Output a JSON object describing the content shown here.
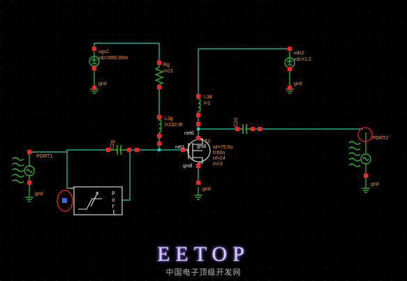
{
  "schematic": {
    "vgs": {
      "name": "vgs2",
      "value": "vdc=850.00m",
      "gnd": "gnd"
    },
    "vds": {
      "name": "vds2",
      "value": "vdc=1.2",
      "gnd": "gnd"
    },
    "rg": {
      "name": "Rg",
      "value": "r=21"
    },
    "l3g": {
      "name": "L3g",
      "value": "l=232.9f"
    },
    "l3d": {
      "name": "L3d",
      "value": "l=1"
    },
    "c2g": {
      "name": "C2g"
    },
    "c2d": {
      "name": "C2d"
    },
    "transistor": {
      "name": "T2",
      "params": [
        "wl=75.0u",
        "l=60n",
        "nf=24",
        "m=3"
      ],
      "drain_net": "net6",
      "gate_net": "net1",
      "gate_label": "gndl",
      "body_label": "gndl",
      "gnd": "gnd"
    },
    "port1": {
      "name": "PORT1",
      "gnd": "gnd"
    },
    "port2": {
      "name": "PORT2",
      "gnd": "gnd"
    },
    "port_box": {
      "letters": [
        "P",
        "o",
        "r",
        "t"
      ]
    }
  },
  "watermark": {
    "title": "EETOP",
    "subtitle": "中国电子顶级开发网"
  },
  "colors": {
    "wire": "#19d3b0",
    "pin": "#ff2020",
    "label": "#ff9a2e",
    "symbol": "#e8e8e8",
    "component": "#33cc33",
    "background": "#000000"
  }
}
